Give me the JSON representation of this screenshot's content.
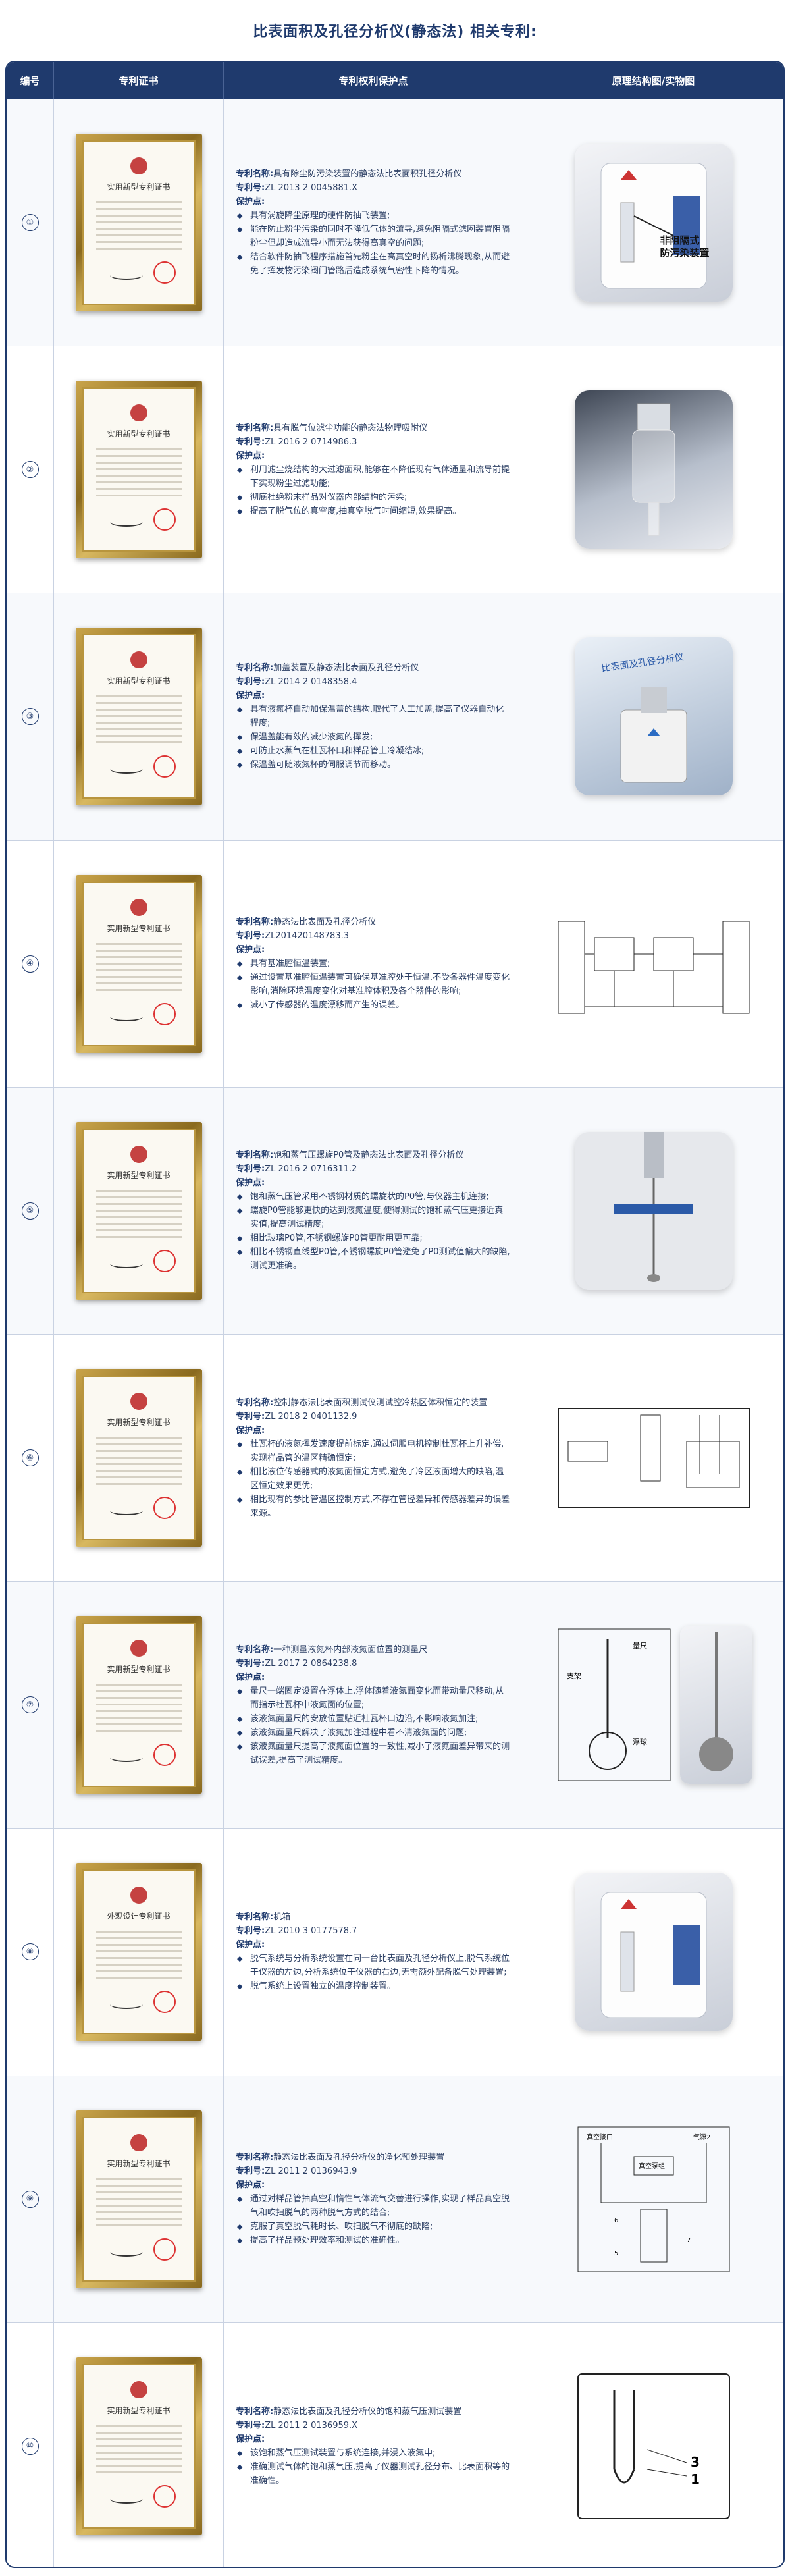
{
  "title": "比表面积及孔径分析仪(静态法) 相关专利:",
  "headers": [
    "编号",
    "专利证书",
    "专利权利保护点",
    "原理结构图/实物图"
  ],
  "labels": {
    "name": "专利名称:",
    "number": "专利号:",
    "protect": "保护点:"
  },
  "certificate_title": "实用新型专利证书",
  "certificate_title_alt": "外观设计专利证书",
  "rows": [
    {
      "num": "①",
      "name": "具有除尘防污染装置的静态法比表面积孔径分析仪",
      "patent_no": "ZL 2013 2 0045881.X",
      "points": [
        "具有涡旋降尘原理的硬件防抽飞装置;",
        "能在防止粉尘污染的同时不降低气体的流导,避免阻隔式滤网装置阻隔粉尘但却造成流导小而无法获得高真空的问题;",
        "结合软件防抽飞程序措施首先粉尘在高真空时的扬析沸腾现象,从而避免了挥发物污染阀门管路后造成系统气密性下降的情况。"
      ],
      "callout": "非阻隔式\n防污染装置"
    },
    {
      "num": "②",
      "name": "具有脱气位滤尘功能的静态法物理吸附仪",
      "patent_no": "ZL 2016 2 0714986.3",
      "points": [
        "利用滤尘烧结构的大过滤面积,能够在不降低现有气体通量和流导前提下实现粉尘过滤功能;",
        "彻底杜绝粉末样品对仪器内部结构的污染;",
        "提高了脱气位的真空度,抽真空脱气时间缩短,效果提高。"
      ]
    },
    {
      "num": "③",
      "name": "加盖装置及静态法比表面及孔径分析仪",
      "patent_no": "ZL 2014 2 0148358.4",
      "points": [
        "具有液氮杯自动加保温盖的结构,取代了人工加盖,提高了仪器自动化程度;",
        "保温盖能有效的减少液氮的挥发;",
        "可防止水蒸气在杜瓦杯口和样品管上冷凝结冰;",
        "保温盖可随液氮杯的伺服调节而移动。"
      ],
      "photo_text": "比表面及孔径分析仪"
    },
    {
      "num": "④",
      "name": "静态法比表面及孔径分析仪",
      "patent_no": "ZL201420148783.3",
      "points": [
        "具有基准腔恒温装置;",
        "通过设置基准腔恒温装置可确保基准腔处于恒温,不受各器件温度变化影响,消除环境温度变化对基准腔体积及各个器件的影响;",
        "减小了传感器的温度漂移而产生的误差。"
      ]
    },
    {
      "num": "⑤",
      "name": "饱和蒸气压螺旋P0管及静态法比表面及孔径分析仪",
      "patent_no": "ZL 2016 2 0716311.2",
      "points": [
        "饱和蒸气压管采用不锈钢材质的螺旋状的P0管,与仪器主机连接;",
        "螺旋P0管能够更快的达到液氮温度,使得测试的饱和蒸气压更接近真实值,提高测试精度;",
        "相比玻璃P0管,不锈钢螺旋P0管更耐用更可靠;",
        "相比不锈钢直线型P0管,不锈钢螺旋P0管避免了P0测试值偏大的缺陷,测试更准确。"
      ]
    },
    {
      "num": "⑥",
      "name": "控制静态法比表面积测试仪测试腔冷热区体积恒定的装置",
      "patent_no": "ZL 2018 2 0401132.9",
      "points": [
        "杜瓦杯的液氮挥发速度提前标定,通过伺服电机控制杜瓦杯上升补偿,实现样品管的温区精确恒定;",
        "相比液位传感器式的液氮面恒定方式,避免了冷区液面增大的缺陷,温区恒定效果更优;",
        "相比现有的参比管温区控制方式,不存在管径差异和传感器差异的误差来源。"
      ]
    },
    {
      "num": "⑦",
      "name": "一种测量液氮杯内部液氮面位置的测量尺",
      "patent_no": "ZL 2017 2 0864238.8",
      "points": [
        "量尺一端固定设置在浮体上,浮体随着液氮面变化而带动量尺移动,从而指示杜瓦杯中液氮面的位置;",
        "该液氮面量尺的安放位置贴近杜瓦杯口边沿,不影响液氮加注;",
        "该液氮面量尺解决了液氮加注过程中看不清液氮面的问题;",
        "该液氮面量尺提高了液氮面位置的一致性,减小了液氮面差异带来的测试误差,提高了测试精度。"
      ],
      "labels": [
        "量尺",
        "支架",
        "浮球"
      ]
    },
    {
      "num": "⑧",
      "name": "机箱",
      "patent_no": "ZL 2010 3 0177578.7",
      "points": [
        "脱气系统与分析系统设置在同一台比表面及孔径分析仪上,脱气系统位于仪器的左边,分析系统位于仪器的右边,无需额外配备脱气处理装置;",
        "脱气系统上设置独立的温度控制装置。"
      ]
    },
    {
      "num": "⑨",
      "name": "静态法比表面及孔径分析仪的净化预处理装置",
      "patent_no": "ZL 2011 2 0136943.9",
      "points": [
        "通过对样品管抽真空和惰性气体流气交替进行操作,实现了样品真空脱气和吹扫脱气的两种脱气方式的结合;",
        "克服了真空脱气耗时长、吹扫脱气不彻底的缺陷;",
        "提高了样品预处理效率和测试的准确性。"
      ],
      "labels": [
        "真空接口",
        "气源2",
        "真空泵组",
        "6",
        "5",
        "7"
      ]
    },
    {
      "num": "⑩",
      "name": "静态法比表面及孔径分析仪的饱和蒸气压测试装置",
      "patent_no": "ZL 2011 2 0136959.X",
      "points": [
        "该饱和蒸气压测试装置与系统连接,并浸入液氮中;",
        "准确测试气体的饱和蒸气压,提高了仪器测试孔径分布、比表面积等的准确性。"
      ],
      "labels": [
        "3",
        "1"
      ]
    }
  ]
}
